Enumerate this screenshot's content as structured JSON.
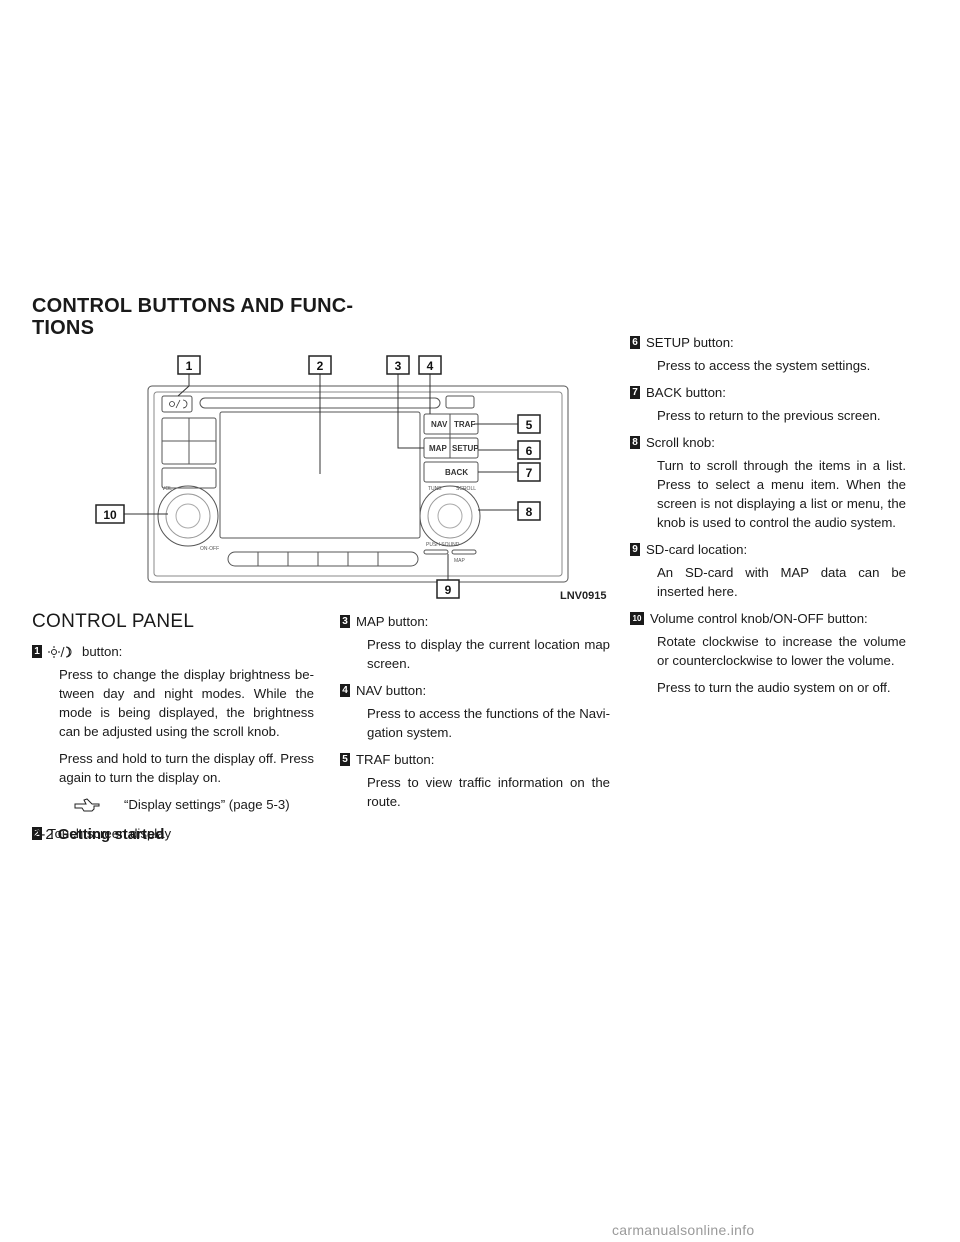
{
  "heading": {
    "line1": "CONTROL BUTTONS AND FUNC-",
    "line2": "TIONS"
  },
  "figure": {
    "code": "LNV0915",
    "callouts": [
      "1",
      "2",
      "3",
      "4",
      "5",
      "6",
      "7",
      "8",
      "9",
      "10"
    ],
    "buttons": {
      "nav": "NAV",
      "traf": "TRAF",
      "map": "MAP",
      "setup": "SETUP",
      "back": "BACK",
      "sd_map": "MAP"
    },
    "knob_labels": {
      "vol": "VOL",
      "on_off": "ON·OFF",
      "tune": "TUNE",
      "scroll": "SCROLL",
      "push_sound": "PUSH SOUND"
    }
  },
  "section_title": "CONTROL PANEL",
  "items": [
    {
      "num": "1",
      "label": "button:",
      "icon": "day-night-icon",
      "desc": [
        "Press to change the display brightness be-tween day and night modes. While the mode is being displayed, the brightness can be adjusted using the scroll knob.",
        "Press and hold to turn the display off. Press again to turn the display on."
      ],
      "ref": "“Display settings” (page 5-3)"
    },
    {
      "num": "2",
      "label": "Touch screen display"
    },
    {
      "num": "3",
      "label": "MAP button:",
      "desc": [
        "Press to display the current location map screen."
      ]
    },
    {
      "num": "4",
      "label": "NAV button:",
      "desc": [
        "Press to access the functions of the Navi-gation system."
      ]
    },
    {
      "num": "5",
      "label": "TRAF button:",
      "desc": [
        "Press to view traffic information on the route."
      ]
    },
    {
      "num": "6",
      "label": "SETUP button:",
      "desc": [
        "Press to access the system settings."
      ]
    },
    {
      "num": "7",
      "label": "BACK button:",
      "desc": [
        "Press to return to the previous screen."
      ]
    },
    {
      "num": "8",
      "label": "Scroll knob:",
      "desc": [
        "Turn to scroll through the items in a list. Press to select a menu item. When the screen is not displaying a list or menu, the knob is used to control the audio system."
      ]
    },
    {
      "num": "9",
      "label": "SD-card location:",
      "desc": [
        "An SD-card with MAP data can be inserted here."
      ]
    },
    {
      "num": "10",
      "label": "Volume control knob/ON-OFF button:",
      "desc": [
        "Rotate clockwise to increase the volume or counterclockwise to lower the volume.",
        "Press to turn the audio system on or off."
      ]
    }
  ],
  "footer": {
    "page": "2-2",
    "title": "Getting started"
  },
  "watermark": "carmanualsonline.info"
}
